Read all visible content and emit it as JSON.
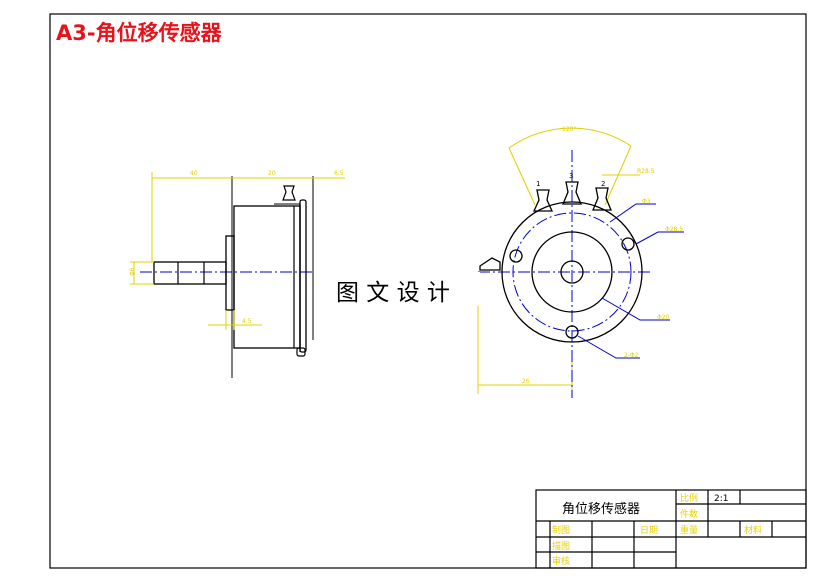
{
  "sheet_title": "A3-角位移传感器",
  "watermark": "图 文 设 计",
  "colors": {
    "outline": "#000000",
    "dimension": "#e0d000",
    "centerline": "#0000cc",
    "leader": "#0000cc",
    "title_red": "#e8131a",
    "title_block_text": "#e8d000"
  },
  "side_view": {
    "dims": {
      "overall_length": "40",
      "body_width": "20",
      "flange_gap": "6.5",
      "shaft_diameter": "Φ6",
      "shaft_step": "4.5"
    }
  },
  "front_view": {
    "terminal_labels": [
      "1",
      "3",
      "2"
    ],
    "dims": {
      "arc_angle": "120°",
      "terminal_spacing": "R28.5",
      "center_hole": "Φ3",
      "outer_diameter": "Φ28.5",
      "bolt_circle": "Φ20",
      "mount_holes": "2-Φ2",
      "offset": "26"
    }
  },
  "title_block": {
    "drawing_name": "角位移传感器",
    "scale_label": "比例",
    "scale_value": "2:1",
    "count_label": "件数",
    "drawn_label": "制图",
    "date_label": "日期",
    "weight_label": "重量",
    "material_label": "材料",
    "draw_label": "描图",
    "check_label": "审核"
  }
}
